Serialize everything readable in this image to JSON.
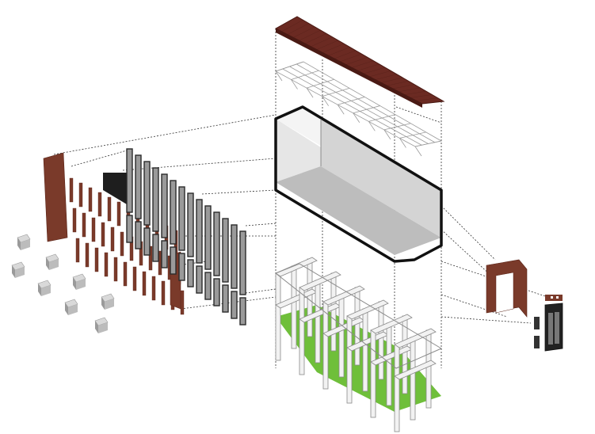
{
  "diagram": {
    "kind": "exploded axonometric building diagram",
    "colors": {
      "roof": "#6b2a22",
      "roof_dark": "#4a1a14",
      "brick": "#7a3a2a",
      "brick_dark": "#5a2418",
      "glass_frame": "#2b2b2b",
      "glass_panel": "#9a9a9a",
      "envelope_stroke": "#111111",
      "envelope_face": "#e6e6e6",
      "envelope_floor": "#bdbdbd",
      "structure": "#f2f2f2",
      "structure_stroke": "#8a8a8a",
      "ground": "#6fbf3a",
      "guide_line": "#333333",
      "block": "#d9d9d9",
      "block_dark": "#9a9a9a"
    },
    "components": [
      {
        "id": "roof",
        "label": ""
      },
      {
        "id": "roof-trusses",
        "label": ""
      },
      {
        "id": "envelope-volume",
        "label": ""
      },
      {
        "id": "structural-frame",
        "label": ""
      },
      {
        "id": "brick-screen",
        "label": ""
      },
      {
        "id": "glass-facade",
        "label": ""
      },
      {
        "id": "brick-portal",
        "label": ""
      },
      {
        "id": "entry-doors",
        "label": ""
      },
      {
        "id": "site-blocks",
        "label": ""
      }
    ]
  }
}
